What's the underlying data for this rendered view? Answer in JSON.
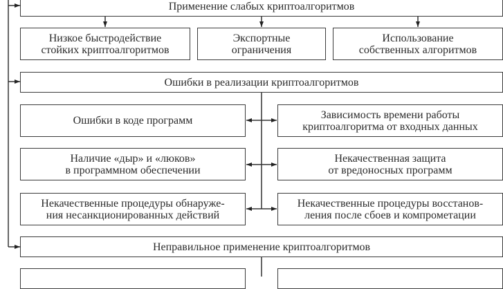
{
  "diagram": {
    "groups": [
      {
        "title": "Применение слабых криптоалгоритмов",
        "children": [
          {
            "lines": [
              "Низкое быстродействие",
              "стойких криптоалгоритмов"
            ]
          },
          {
            "lines": [
              "Экспортные",
              "ограничения"
            ]
          },
          {
            "lines": [
              "Использование",
              "собственных алгоритмов"
            ]
          }
        ]
      },
      {
        "title": "Ошибки в реализации криптоалгоритмов",
        "left": [
          {
            "lines": [
              "Ошибки в коде программ"
            ]
          },
          {
            "lines": [
              "Наличие «дыр» и «люков»",
              "в программном обеспечении"
            ]
          },
          {
            "lines": [
              "Некачественные процедуры обнаруже-",
              "ния несанкционированных действий"
            ]
          }
        ],
        "right": [
          {
            "lines": [
              "Зависимость времени работы",
              "криптоалгоритма от входных данных"
            ]
          },
          {
            "lines": [
              "Некачественная защита",
              "от вредоносных программ"
            ]
          },
          {
            "lines": [
              "Некачественные процедуры восстанов-",
              "ления после сбоев и компрометации"
            ]
          }
        ]
      },
      {
        "title": "Неправильное применение криптоалгоритмов"
      }
    ]
  }
}
